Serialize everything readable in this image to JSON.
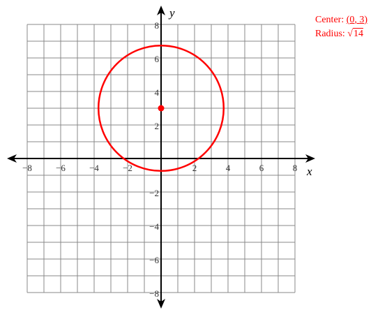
{
  "axes": {
    "x_label": "x",
    "y_label": "y",
    "x_range": [
      -8,
      8
    ],
    "y_range": [
      -8,
      8
    ],
    "tick_step": 2,
    "grid_step": 1,
    "x_tick_labels": [
      "−8",
      "−6",
      "−4",
      "−2",
      "2",
      "4",
      "6",
      "8"
    ],
    "y_tick_labels": [
      "8",
      "6",
      "4",
      "2",
      "−2",
      "−4",
      "−6",
      "−8"
    ]
  },
  "circle": {
    "center": [
      0,
      3
    ],
    "radius_squared": 14,
    "color": "#ff0000"
  },
  "annotation": {
    "center_label": "Center:",
    "center_open": "(",
    "center_x": "0",
    "center_sep": ", ",
    "center_y": "3",
    "center_close": ")",
    "radius_label": "Radius:",
    "radius_symbol": "√",
    "radius_value": "14"
  },
  "colors": {
    "grid": "#888888",
    "axis": "#000000",
    "accent": "#ff0000"
  }
}
